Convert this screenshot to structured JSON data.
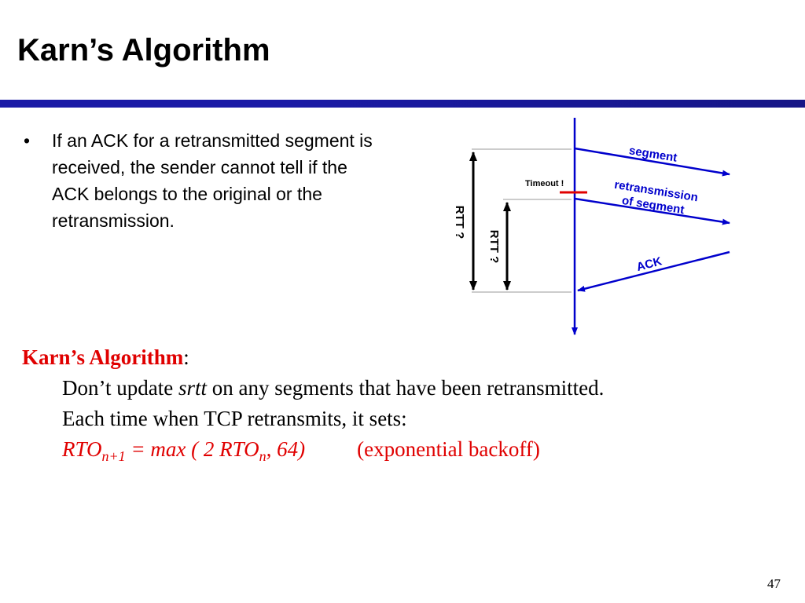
{
  "slide": {
    "title": "Karn’s Algorithm",
    "page_number": "47"
  },
  "bullet": {
    "marker": "•",
    "text": "If an ACK for a retransmitted segment is received, the sender cannot tell if the ACK belongs to the original or the retransmission."
  },
  "diagram": {
    "label_segment": "segment",
    "label_retransmission_1": "retransmission",
    "label_retransmission_2": "of segment",
    "label_ack": "ACK",
    "label_timeout": "Timeout !",
    "label_rtt_outer": "RTT ?",
    "label_rtt_inner": "RTT ?",
    "line_color": "#0000cc",
    "timeout_mark_color": "#e00000"
  },
  "algorithm": {
    "heading": "Karn’s Algorithm",
    "heading_suffix": ":",
    "line1_before": "Don’t update ",
    "line1_italic": "srtt",
    "line1_after": " on any segments that have been retransmitted.",
    "line2": "Each time when TCP retransmits, it sets:",
    "formula_a": "RTO",
    "formula_sub_a": "n+1",
    "formula_b": " = max ( 2 RTO",
    "formula_sub_b": "n",
    "formula_c": ", 64)",
    "note": "(exponential backoff)"
  }
}
